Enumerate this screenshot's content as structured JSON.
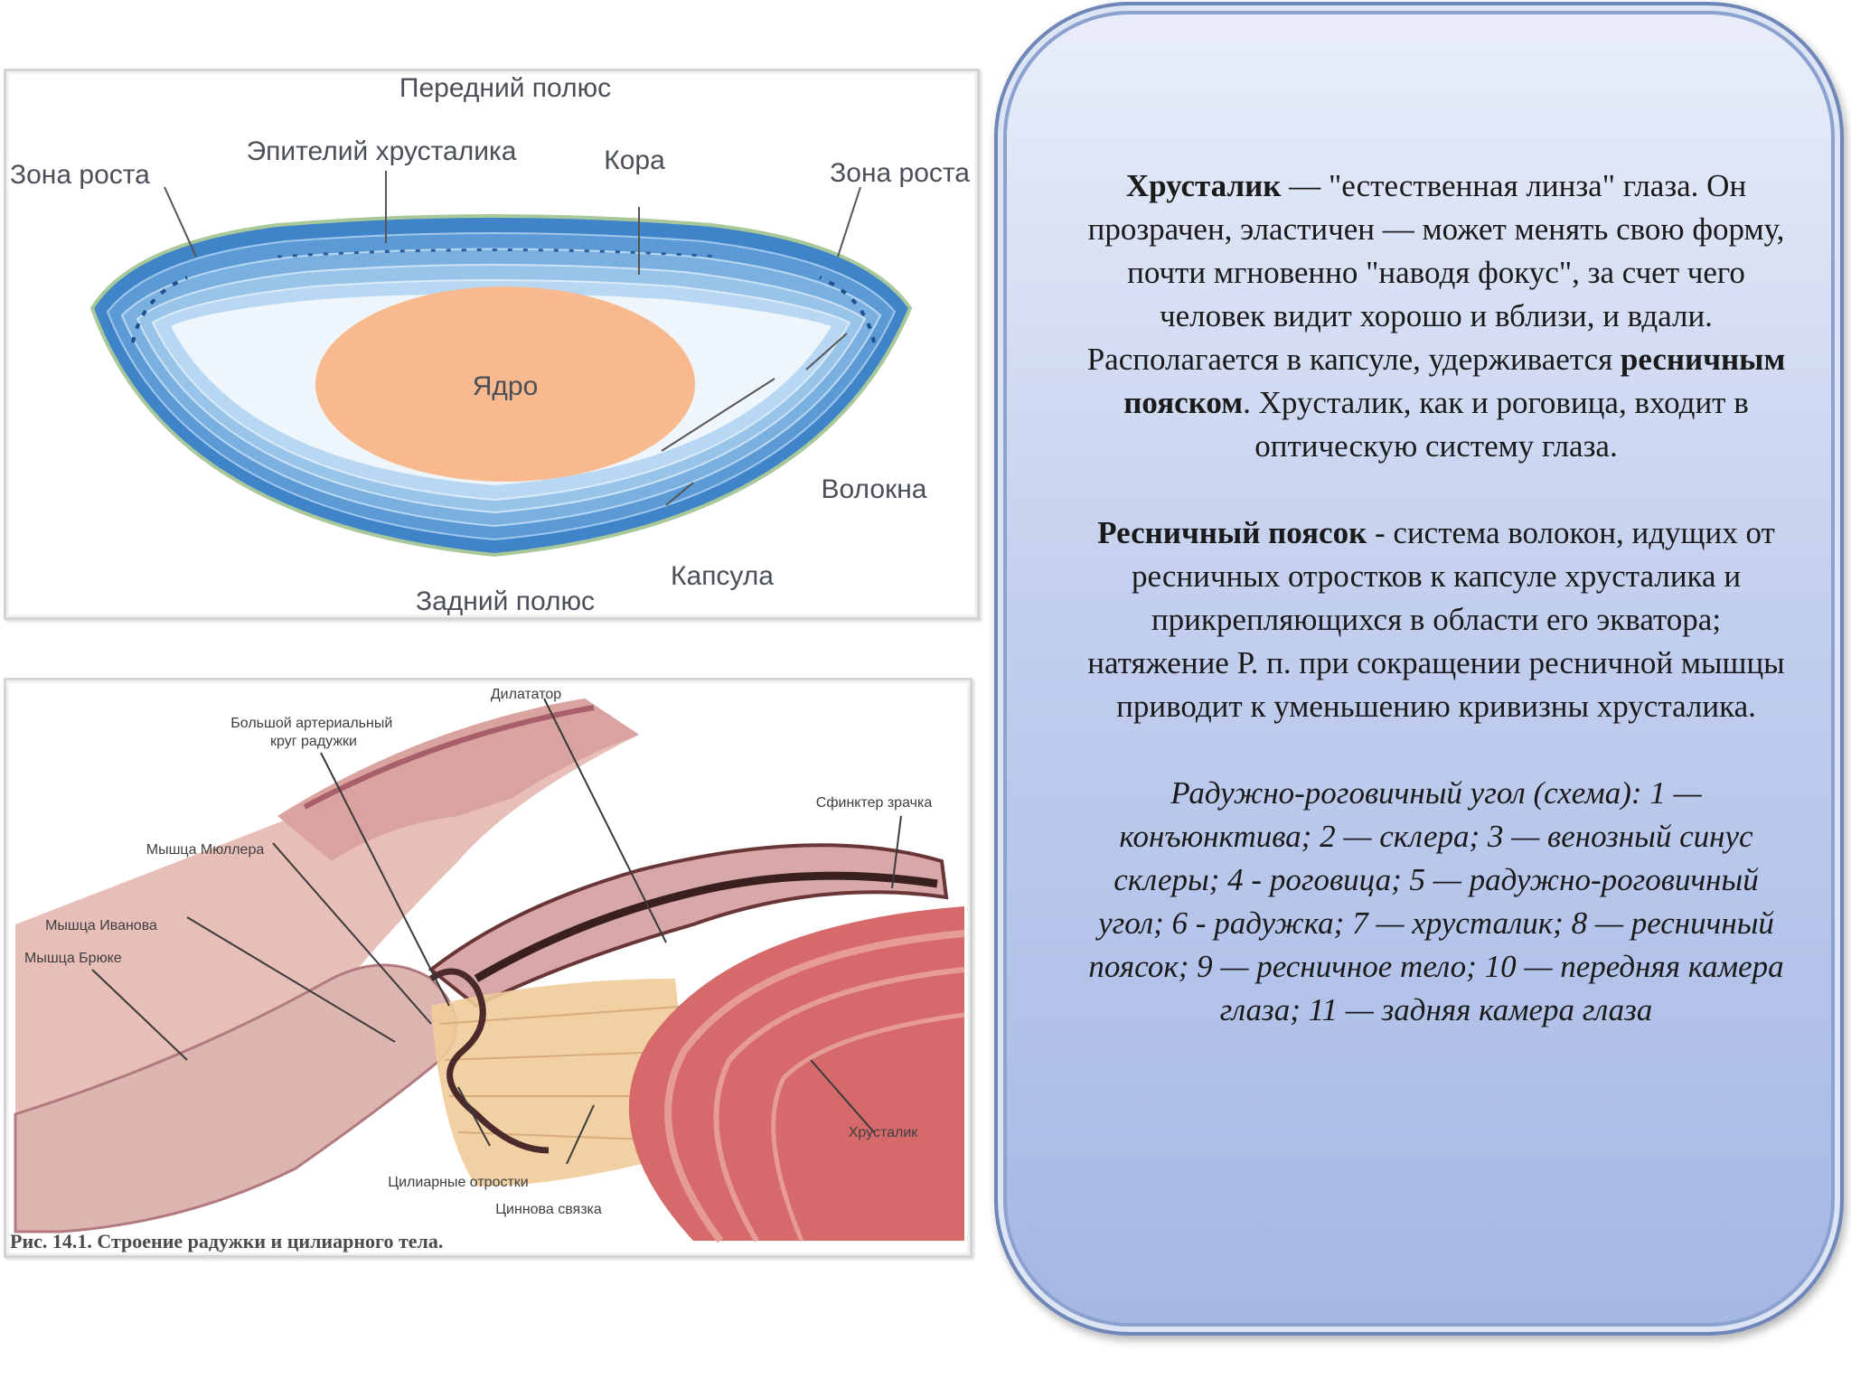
{
  "lens_diagram": {
    "labels": {
      "anterior_pole": "Передний полюс",
      "epithelium": "Эпителий хрусталика",
      "cortex": "Кора",
      "growth_zone_left": "Зона роста",
      "growth_zone_right": "Зона роста",
      "nucleus": "Ядро",
      "fibers": "Волокна",
      "capsule": "Капсула",
      "posterior_pole": "Задний полюс"
    },
    "colors": {
      "capsule": "#3f83c8",
      "nucleus": "#f9b98e",
      "cortex": "#eef6fc"
    }
  },
  "iris_diagram": {
    "labels": {
      "dilator": "Дилататор",
      "arterial_circle": "Большой артериальный круг радужки",
      "sphincter": "Сфинктер зрачка",
      "muller_muscle": "Мышца Мюллера",
      "ivanov_muscle": "Мышца Иванова",
      "brucke_muscle": "Мышца Брюке",
      "lens": "Хрусталик",
      "ciliary_processes": "Цилиарные отростки",
      "zinn_ligament": "Циннова связка"
    },
    "caption": "Рис. 14.1. Строение радужки и цилиарного тела.",
    "colors": {
      "tissue": "#e8bfb8",
      "lens": "#d66a6a",
      "pigment": "#4a2a2a"
    }
  },
  "panel": {
    "p1": {
      "term": "Хрусталик",
      "text1": " — \"естественная линза\" глаза. Он прозрачен, эластичен — может менять свою форму, почти мгновенно \"наводя фокус\", за счет чего человек видит хорошо и вблизи, и вдали. Располагается в капсуле, удерживается ",
      "bold2": "ресничным пояском",
      "text2": ". Хрусталик, как и роговица, входит в оптическую систему глаза."
    },
    "p2": {
      "term": "Ресничный поясок",
      "text": " - система волокон, идущих от ресничных отростков к капсуле хрусталика и прикрепляющихся в области его экватора; натяжение Р. п. при сокращении ресничной мышцы приводит к уменьшению кривизны хрусталика."
    },
    "p3": "Радужно-роговичный угол (схема): 1 — конъюнктива; 2 — склера; 3 — венозный синус склеры; 4 - роговица; 5 — радужно-роговичный угол; 6 - радужка; 7 — хрусталик; 8 — ресничный поясок; 9 — ресничное тело; 10 — передняя камера глаза; 11 — задняя камера глаза"
  }
}
